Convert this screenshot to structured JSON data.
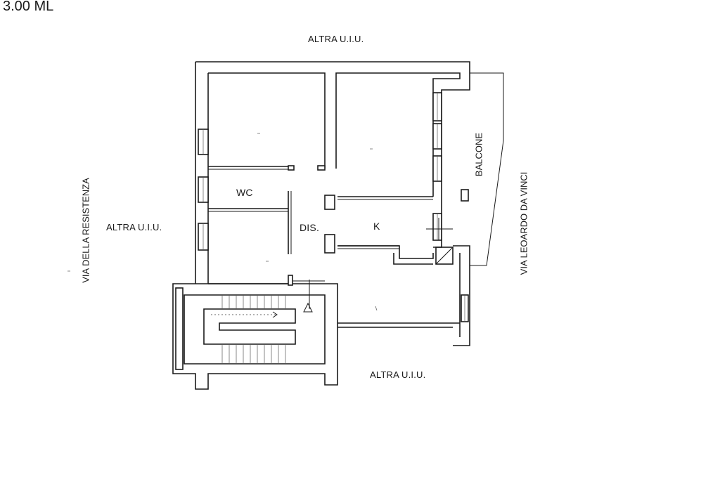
{
  "header": {
    "scale": "3.00 ML"
  },
  "labels": {
    "north": "ALTRA U.I.U.",
    "west": "ALTRA U.I.U.",
    "south": "ALTRA U.I.U.",
    "street_west": "VIA DELLA RESISTENZA",
    "street_east": "VIA LEOARDO DA VINCI",
    "balcony": "BALCONE"
  },
  "rooms": {
    "wc": "WC",
    "dis": "DIS.",
    "kitchen": "K"
  }
}
